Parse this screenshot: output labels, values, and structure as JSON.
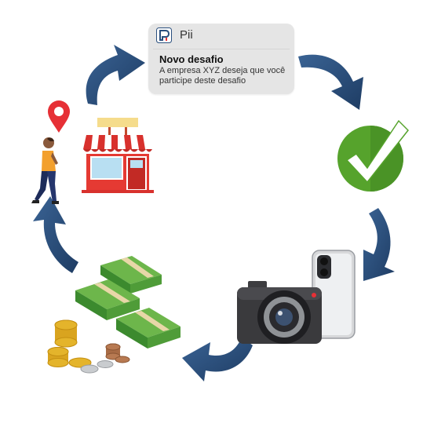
{
  "notification": {
    "app_name": "Pii",
    "title": "Novo desafio",
    "body": "A empresa XYZ deseja que você participe deste desafio"
  },
  "colors": {
    "arrow": "#2a4f7e",
    "check": "#56a32c",
    "store_red": "#d8312d",
    "money_green": "#4e9a3b",
    "coin_gold": "#e4b42b",
    "pin_red": "#e63036",
    "shirt_orange": "#f3a02d"
  },
  "icons": [
    "notification-app-icon",
    "location-pin-icon",
    "walking-person-icon",
    "store-icon",
    "check-icon",
    "camera-icon",
    "smartphone-icon",
    "money-stack-icon",
    "coins-icon"
  ]
}
